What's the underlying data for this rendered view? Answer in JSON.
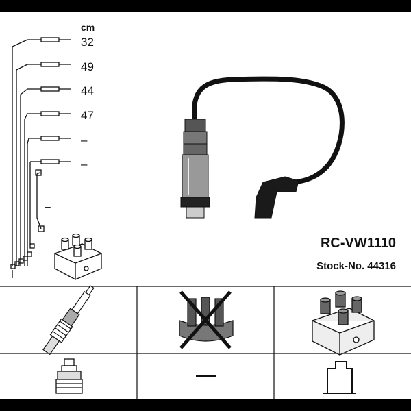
{
  "header": {
    "unit_label": "cm"
  },
  "cable_lengths": [
    {
      "value": "32"
    },
    {
      "value": "49"
    },
    {
      "value": "44"
    },
    {
      "value": "47"
    },
    {
      "value": "–"
    },
    {
      "value": "–"
    }
  ],
  "extra_lead_length": "–",
  "product": {
    "model": "RC-VW1110",
    "stock_number": "Stock-No. 44316"
  },
  "components": [
    {
      "icon": "spark-plug-icon"
    },
    {
      "icon": "distributor-cap-crossed-icon"
    },
    {
      "icon": "ignition-coil-icon"
    },
    {
      "icon": "plug-connector-icon"
    },
    {
      "icon": "dash-empty"
    },
    {
      "icon": "coil-connector-icon"
    }
  ],
  "colors": {
    "line": "#111111",
    "background": "#ffffff",
    "border": "#000000"
  }
}
